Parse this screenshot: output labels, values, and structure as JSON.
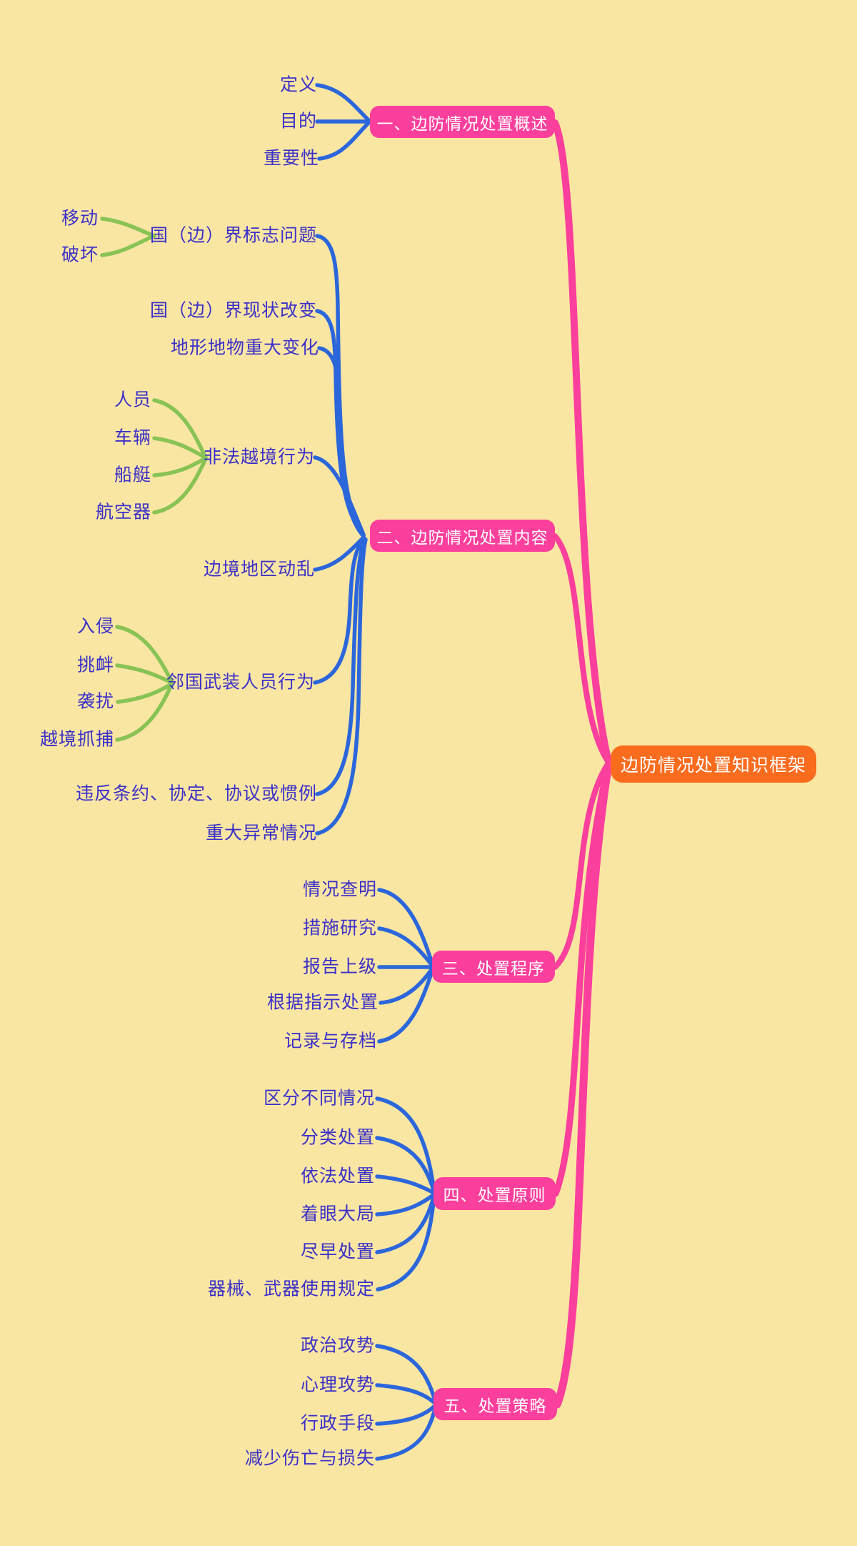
{
  "title": "边防情况处置知识框架",
  "colors": {
    "bg": "#FAE6A3",
    "pink": "#FB3F9C",
    "orange": "#F96B1D",
    "blue-line": "#2B66DB",
    "green-line": "#89C355",
    "blue-text": "#3A30C9",
    "node-text": "#FFFFFF"
  },
  "root": {
    "label": "边防情况处置知识框架"
  },
  "branches": [
    {
      "label": "一、边防情况处置概述",
      "children": [
        {
          "label": "定义"
        },
        {
          "label": "目的"
        },
        {
          "label": "重要性"
        }
      ]
    },
    {
      "label": "二、边防情况处置内容",
      "children": [
        {
          "label": "国（边）界标志问题",
          "children": [
            {
              "label": "移动"
            },
            {
              "label": "破坏"
            }
          ]
        },
        {
          "label": "国（边）界现状改变"
        },
        {
          "label": "地形地物重大变化"
        },
        {
          "label": "非法越境行为",
          "children": [
            {
              "label": "人员"
            },
            {
              "label": "车辆"
            },
            {
              "label": "船艇"
            },
            {
              "label": "航空器"
            }
          ]
        },
        {
          "label": "边境地区动乱"
        },
        {
          "label": "邻国武装人员行为",
          "children": [
            {
              "label": "入侵"
            },
            {
              "label": "挑衅"
            },
            {
              "label": "袭扰"
            },
            {
              "label": "越境抓捕"
            }
          ]
        },
        {
          "label": "违反条约、协定、协议或惯例"
        },
        {
          "label": "重大异常情况"
        }
      ]
    },
    {
      "label": "三、处置程序",
      "children": [
        {
          "label": "情况查明"
        },
        {
          "label": "措施研究"
        },
        {
          "label": "报告上级"
        },
        {
          "label": "根据指示处置"
        },
        {
          "label": "记录与存档"
        }
      ]
    },
    {
      "label": "四、处置原则",
      "children": [
        {
          "label": "区分不同情况"
        },
        {
          "label": "分类处置"
        },
        {
          "label": "依法处置"
        },
        {
          "label": "着眼大局"
        },
        {
          "label": "尽早处置"
        },
        {
          "label": "器械、武器使用规定"
        }
      ]
    },
    {
      "label": "五、处置策略",
      "children": [
        {
          "label": "政治攻势"
        },
        {
          "label": "心理攻势"
        },
        {
          "label": "行政手段"
        },
        {
          "label": "减少伤亡与损失"
        }
      ]
    }
  ]
}
